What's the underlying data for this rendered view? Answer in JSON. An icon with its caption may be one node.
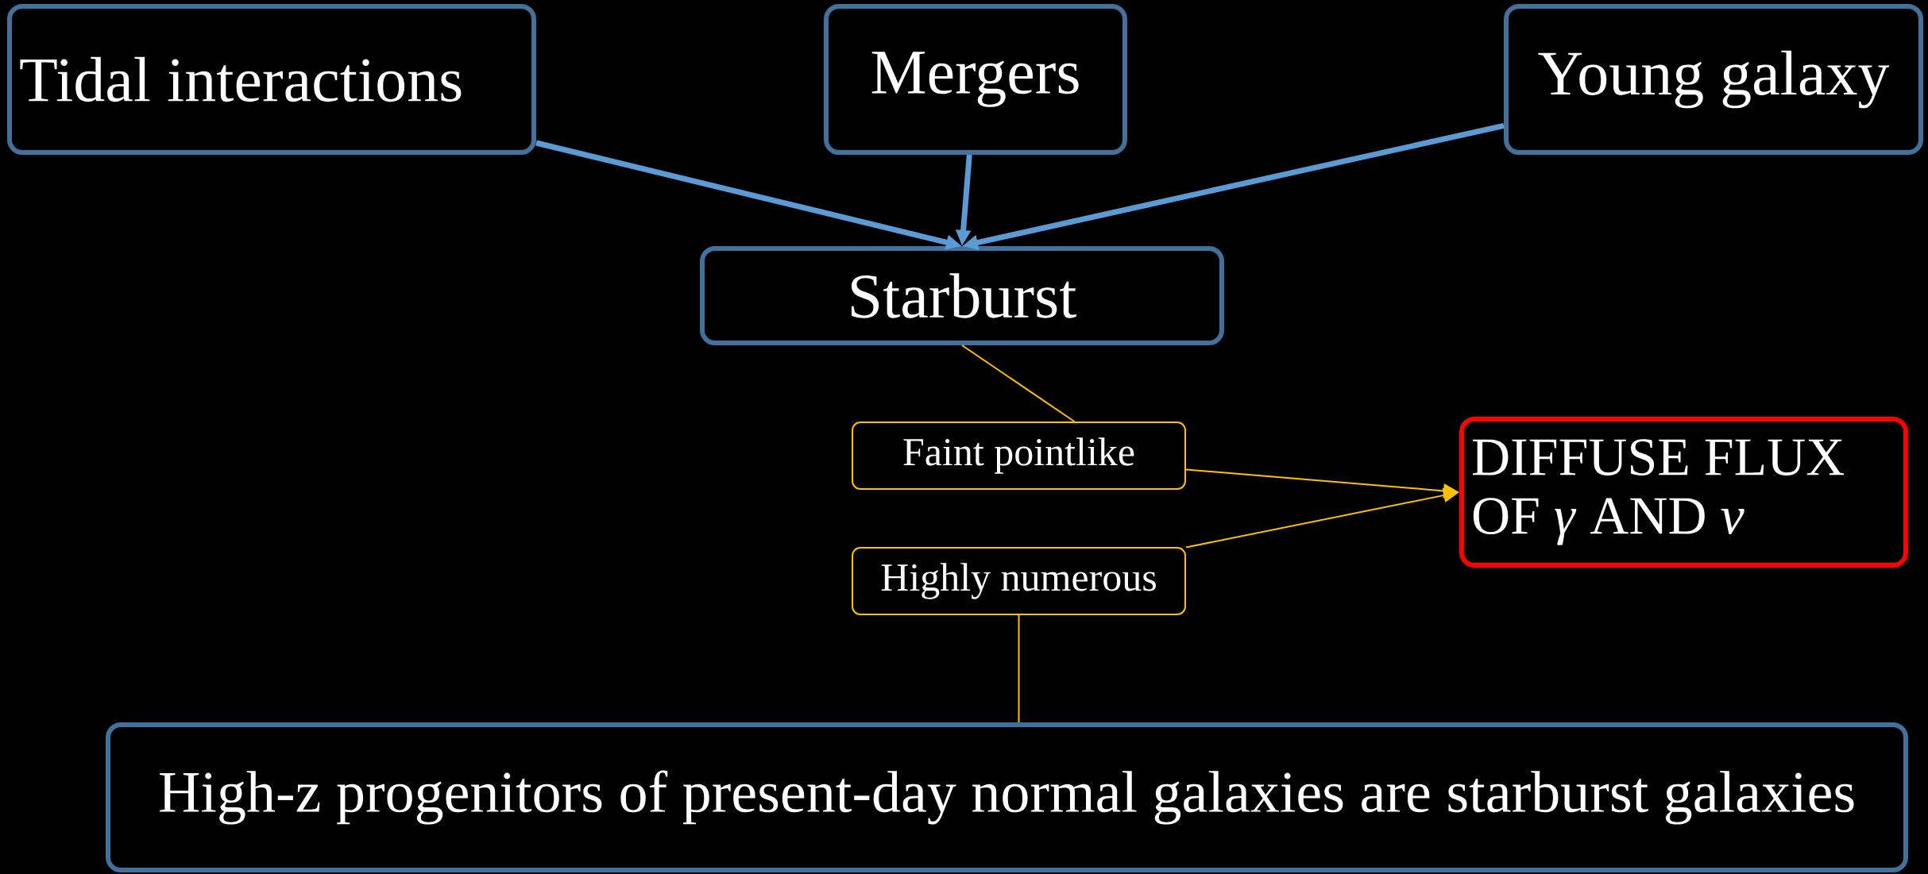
{
  "diagram": {
    "nodes": [
      {
        "text": [
          "Tidal interactions"
        ]
      },
      {
        "text": [
          "Mergers"
        ]
      },
      {
        "text": [
          "Young galaxy"
        ]
      },
      {
        "text": [
          "Starburst"
        ]
      },
      {
        "text": [
          "Faint pointlike"
        ]
      },
      {
        "text": [
          "Highly numerous"
        ]
      },
      {
        "text": [
          "DIFFUSE FLUX OF *γ* AND *ν*"
        ]
      },
      {
        "text": [
          "High-z progenitors of present-day normal galaxies are starburst galaxies"
        ]
      }
    ],
    "edges": [
      {
        "from": 0,
        "to": 3,
        "arrow": "to",
        "style": "thick",
        "color": "#5b9bd5"
      },
      {
        "from": 1,
        "to": 3,
        "arrow": "to",
        "style": "thick",
        "color": "#5b9bd5"
      },
      {
        "from": 2,
        "to": 3,
        "arrow": "to",
        "style": "thick",
        "color": "#5b9bd5"
      },
      {
        "from": 3,
        "to": 4,
        "arrow": "none"
      },
      {
        "from": 4,
        "to": 6,
        "arrow": "to"
      },
      {
        "from": 5,
        "to": 6,
        "arrow": "to"
      },
      {
        "from": 5,
        "to": 7,
        "arrow": "none"
      }
    ]
  }
}
